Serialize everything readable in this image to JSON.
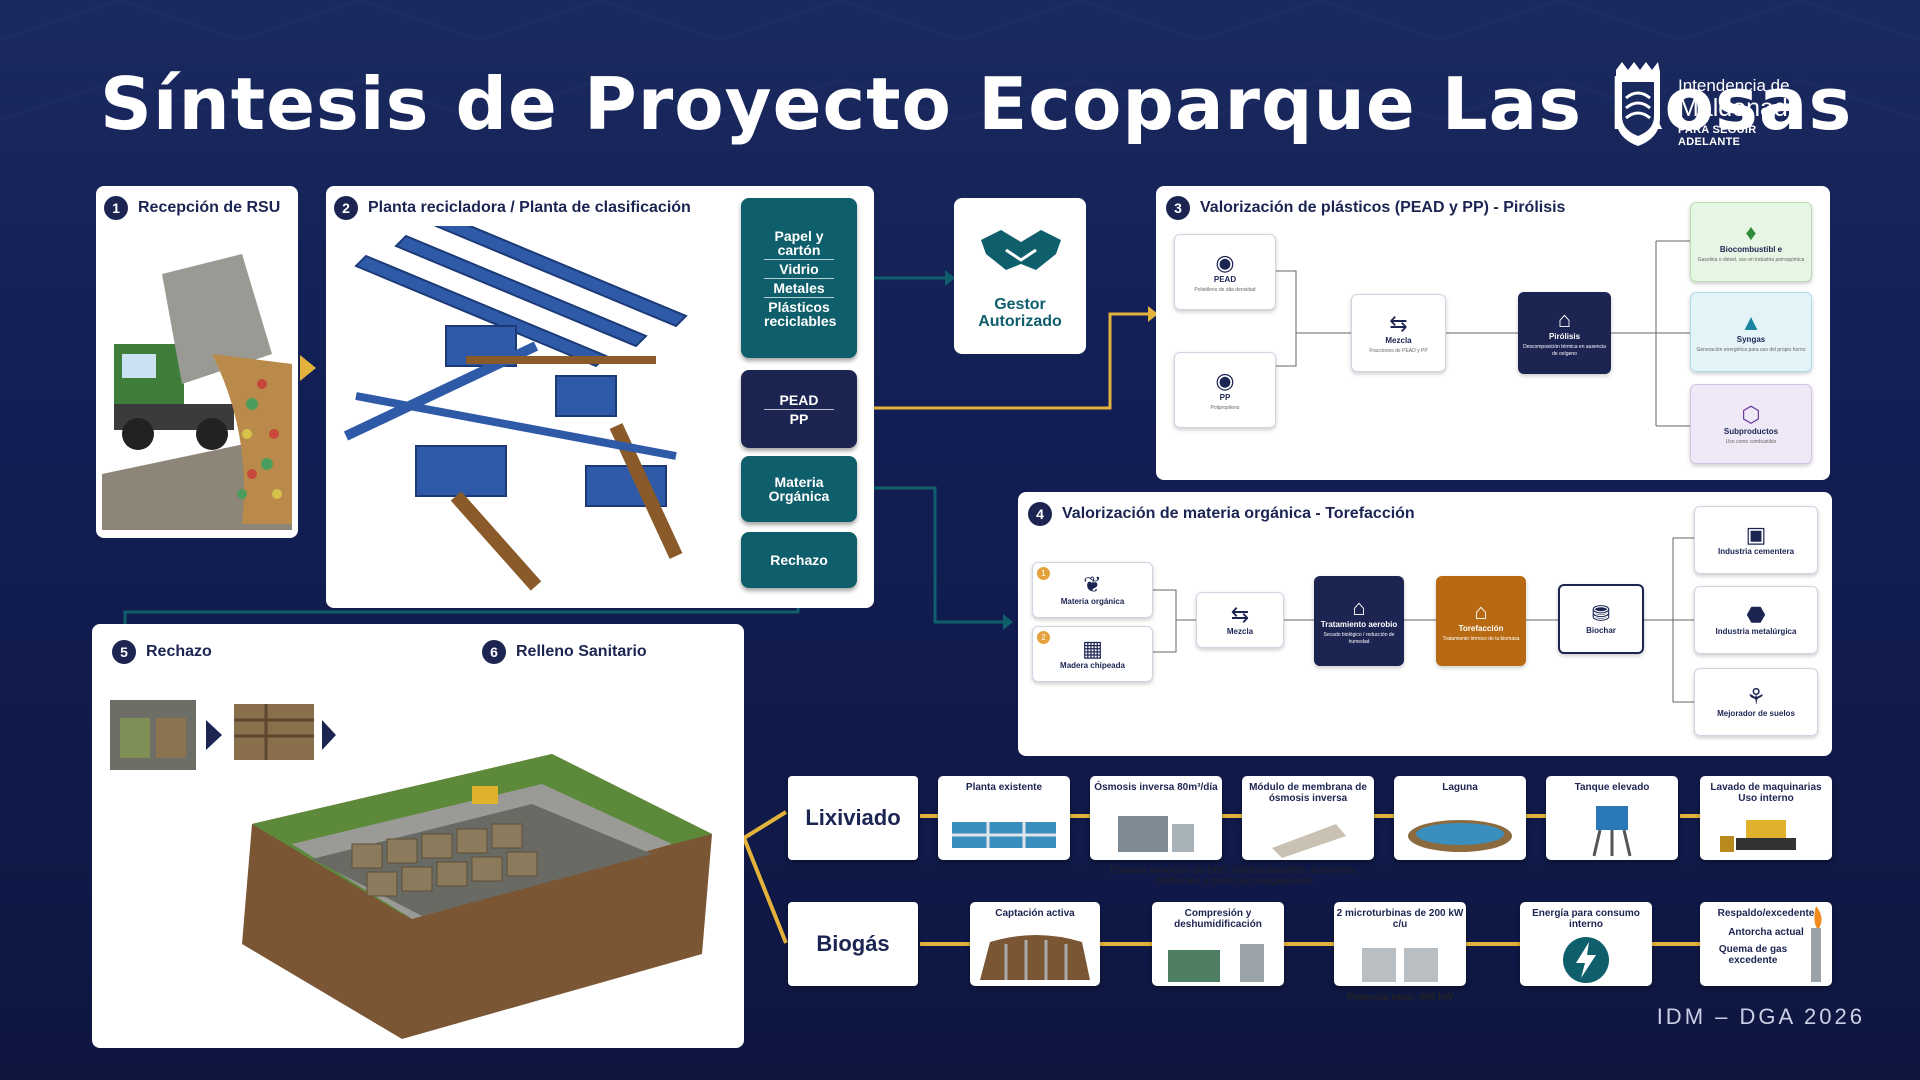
{
  "title": "Síntesis de Proyecto Ecoparque Las Rosas",
  "logo": {
    "line1": "Intendencia de",
    "line2": "Maldonado",
    "line3": "PARA SEGUIR ADELANTE"
  },
  "sec1": {
    "num": "1",
    "title": "Recepción de RSU"
  },
  "sec2": {
    "num": "2",
    "title": "Planta recicladora / Planta de clasificación",
    "group1": [
      "Papel y cartón",
      "Vidrio",
      "Metales",
      "Plásticos reciclables"
    ],
    "group2": [
      "PEAD",
      "PP"
    ],
    "group3": [
      "Materia Orgánica"
    ],
    "group4": [
      "Rechazo"
    ]
  },
  "gestor": {
    "label": "Gestor Autorizado"
  },
  "sec3": {
    "num": "3",
    "title": "Valorización de plásticos (PEAD y PP) - Pirólisis",
    "pead": {
      "label": "PEAD",
      "sub": "Polietileno de alta densidad"
    },
    "pp": {
      "label": "PP",
      "sub": "Polipropileno"
    },
    "mezcla": {
      "label": "Mezcla",
      "sub": "Fracciones de PEAD y PP"
    },
    "pirolisis": {
      "label": "Pirólisis",
      "sub": "Descomposición térmica en ausencia de oxígeno"
    },
    "bio": {
      "label": "Biocombustibl e",
      "sub": "Gasolina o diésel, uso en industria petroquímica"
    },
    "syngas": {
      "label": "Syngas",
      "sub": "Generación energética para uso del propio horno"
    },
    "subprod": {
      "label": "Subproductos",
      "sub": "Uso como combustible"
    }
  },
  "sec4": {
    "num": "4",
    "title": "Valorización de materia orgánica - Torefacción",
    "materia": {
      "label": "Materia orgánica",
      "badge": "1"
    },
    "madera": {
      "label": "Madera chipeada",
      "badge": "2"
    },
    "mezcla": {
      "label": "Mezcla"
    },
    "aerobio": {
      "label": "Tratamiento aerobio",
      "sub": "Secado biológico / reducción de humedad"
    },
    "torefaccion": {
      "label": "Torefacción",
      "sub": "Tratamiento térmico de la biomasa"
    },
    "biochar": {
      "label": "Biochar"
    },
    "cementera": {
      "label": "Industria cementera"
    },
    "metalurgica": {
      "label": "Industria metalúrgica"
    },
    "mejorador": {
      "label": "Mejorador de suelos"
    }
  },
  "sec5": {
    "num": "5",
    "title": "Rechazo"
  },
  "sec6": {
    "num": "6",
    "title": "Relleno Sanitario"
  },
  "lixiviado": {
    "label": "Lixiviado",
    "steps": [
      "Planta existente",
      "Ósmosis inversa 80m³/día",
      "Módulo de membrana de ósmosis inversa",
      "Laguna",
      "Tanque elevado",
      "Lavado de maquinarias Uso interno"
    ],
    "note": "Elevada remoción de DB0, sólidos disueltos, nutrientes, coliformes y otros microorganismos"
  },
  "biogas": {
    "label": "Biogás",
    "steps": [
      "Captación activa",
      "Compresión y deshumidificación",
      "2 microturbinas de 200 kW c/u",
      "Energía para consumo interno",
      "Respaldo/excedente"
    ],
    "extra": [
      "Antorcha actual",
      "Quema de gas excedente"
    ],
    "note": "Potencia total: 400 kW"
  },
  "footer": "IDM – DGA 2026",
  "colors": {
    "navy": "#1c2452",
    "teal": "#0f5e6b",
    "orange": "#b86a12",
    "gold": "#e3b23c",
    "bg": "#10183f"
  }
}
